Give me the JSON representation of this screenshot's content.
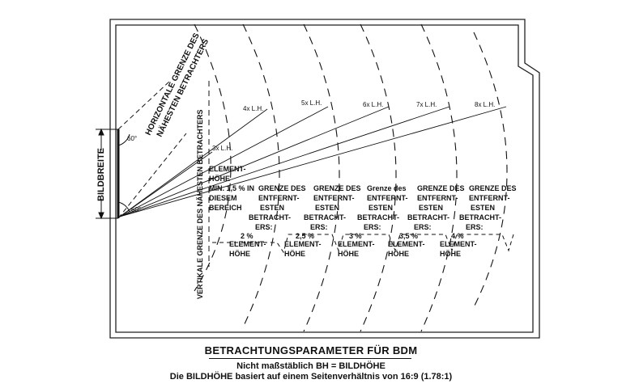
{
  "labels": {
    "bildbreite": "BILDBREITE",
    "horizontal_1": "HORIZONTALE GRENZE DES",
    "horizontal_2": "NÄHESTEN BETRACHTERS",
    "vertical": "VERTIKALE GRENZE DES NÄHESTEN BETRACHTERS",
    "angle_top": "60°",
    "angle_bottom": "60°"
  },
  "distances": [
    "3x L.H.",
    "4x L.H.",
    "5x L.H.",
    "6x L.H.",
    "7x L.H.",
    "8x L.H."
  ],
  "element_min": [
    "ELEMENT-",
    "HÖHE",
    "MIN. 1,5 % IN",
    "DIESEM",
    "BEREICH"
  ],
  "zones": [
    {
      "l1": "GRENZE DES",
      "l2": "ENTFERNT-",
      "l3": "ESTEN",
      "l4": "BETRACHT-",
      "l5": "ERS:",
      "pct": "2 %",
      "e1": "ELEMENT-",
      "e2": "HÖHE"
    },
    {
      "l1": "GRENZE DES",
      "l2": "ENTFERNT-",
      "l3": "ESTEN",
      "l4": "BETRACHT-",
      "l5": "ERS:",
      "pct": "2,5 %",
      "e1": "ELEMENT-",
      "e2": "HÖHE"
    },
    {
      "l1": "Grenze des",
      "l2": "ENTFERNT-",
      "l3": "ESTEN",
      "l4": "BETRACHT-",
      "l5": "ERS:",
      "pct": "3 %",
      "e1": "ELEMENT-",
      "e2": "HÖHE"
    },
    {
      "l1": "GRENZE DES",
      "l2": "ENTFERNT-",
      "l3": "ESTEN",
      "l4": "BETRACHT-",
      "l5": "ERS:",
      "pct": "3,5 %",
      "e1": "ELEMENT-",
      "e2": "HÖHE"
    },
    {
      "l1": "GRENZE DES",
      "l2": "ENTFERNT-",
      "l3": "ESTEN",
      "l4": "BETRACHT-",
      "l5": "ERS:",
      "pct": "4 %",
      "e1": "ELEMENT-",
      "e2": "HÖHE"
    }
  ],
  "caption": {
    "title": "BETRACHTUNGSPARAMETER FÜR BDM",
    "line1": "Nicht maßstäblich   BH = BILDHÖHE",
    "line2": "Die BILDHÖHE basiert auf einem Seitenverhältnis von 16:9 (1.78:1)"
  }
}
